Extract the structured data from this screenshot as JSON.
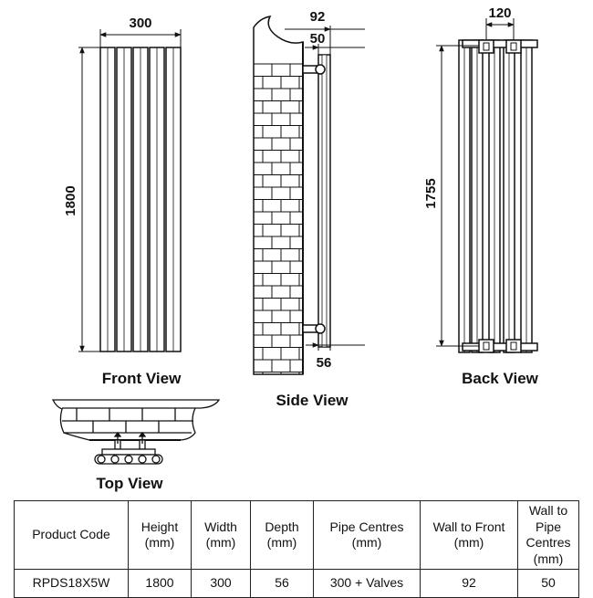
{
  "views": {
    "front": {
      "caption": "Front View",
      "width_label": "300",
      "height_label": "1800"
    },
    "side": {
      "caption": "Side View",
      "wall_to_front_label": "92",
      "wall_to_pipe_label": "50",
      "depth_label": "56"
    },
    "back": {
      "caption": "Back View",
      "bracket_spacing_label": "120",
      "bracket_height_label": "1755"
    },
    "top": {
      "caption": "Top View"
    }
  },
  "spec_table": {
    "headers": [
      "Product Code",
      "Height\n(mm)",
      "Width\n(mm)",
      "Depth\n(mm)",
      "Pipe Centres\n(mm)",
      "Wall to Front\n(mm)",
      "Wall to Pipe\nCentres\n(mm)"
    ],
    "rows": [
      [
        "RPDS18X5W",
        "1800",
        "300",
        "56",
        "300 + Valves",
        "92",
        "50"
      ]
    ]
  }
}
